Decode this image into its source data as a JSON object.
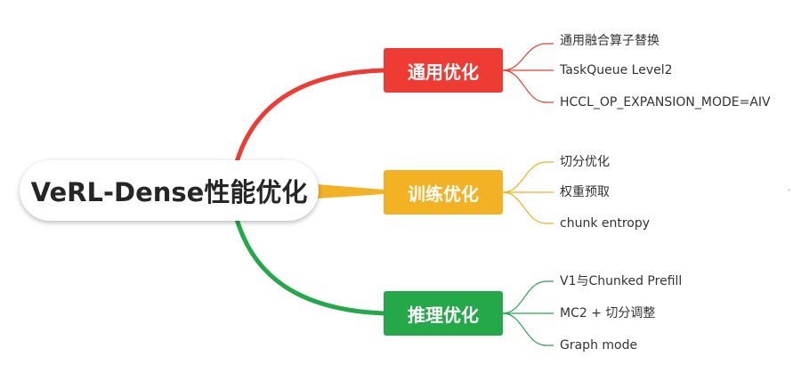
{
  "root": {
    "label": "VeRL-Dense性能优化"
  },
  "branches": [
    {
      "label": "通用优化",
      "color": "#ee3b33",
      "leaves": [
        "通用融合算子替换",
        "TaskQueue Level2",
        "HCCL_OP_EXPANSION_MODE=AIV"
      ]
    },
    {
      "label": "训练优化",
      "color": "#f3b124",
      "leaves": [
        "切分优化",
        "权重预取",
        "chunk entropy"
      ]
    },
    {
      "label": "推理优化",
      "color": "#24a84a",
      "leaves": [
        "V1与Chunked Prefill",
        "MC2 + 切分调整",
        "Graph mode"
      ]
    }
  ]
}
